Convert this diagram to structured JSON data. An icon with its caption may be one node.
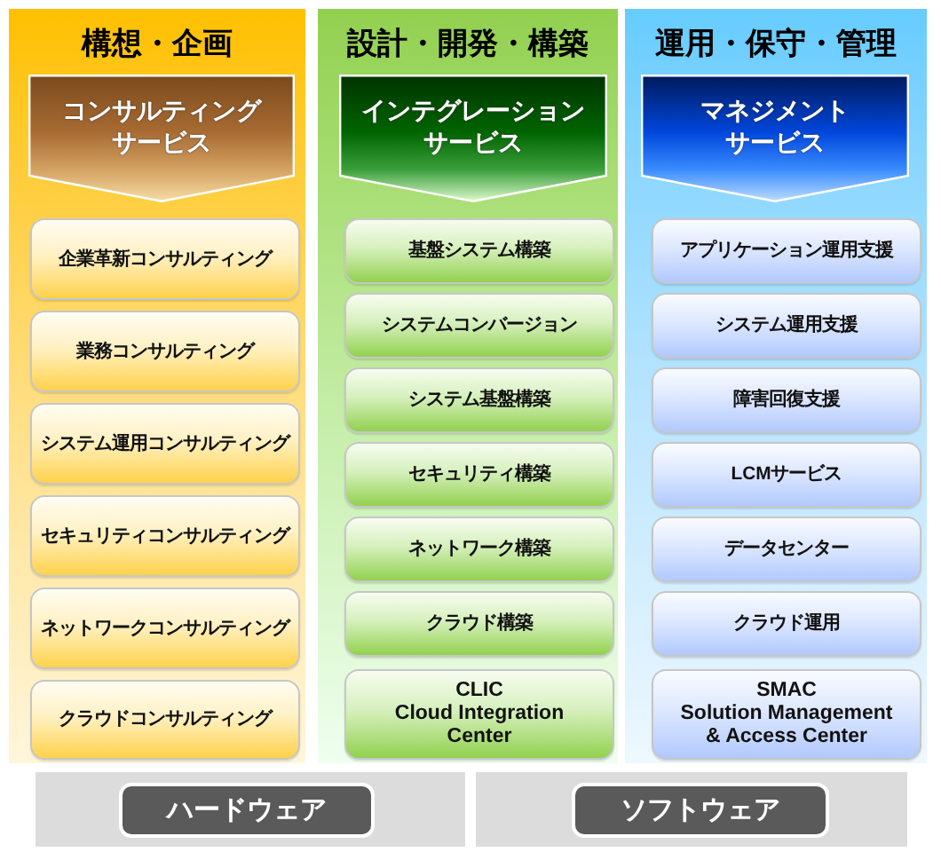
{
  "diagram": {
    "nodes": [
      {
        "text": [
          "構想・企画"
        ]
      },
      {
        "text": [
          "コンサルティングサービス"
        ],
        "in": 0
      },
      {
        "text": [
          "企業革新コンサルティング"
        ],
        "in": 0
      },
      {
        "text": [
          "業務コンサルティング"
        ],
        "in": 0
      },
      {
        "text": [
          "システム運用コンサルティング"
        ],
        "in": 0
      },
      {
        "text": [
          "セキュリティコンサルティング"
        ],
        "in": 0
      },
      {
        "text": [
          "ネットワークコンサルティング"
        ],
        "in": 0
      },
      {
        "text": [
          "クラウドコンサルティング"
        ],
        "in": 0
      },
      {
        "text": [
          "設計・開発・構築"
        ]
      },
      {
        "text": [
          "インテグレーションサービス"
        ],
        "in": 8
      },
      {
        "text": [
          "基盤システム構築"
        ],
        "in": 8
      },
      {
        "text": [
          "システムコンバージョン"
        ],
        "in": 8
      },
      {
        "text": [
          "システム基盤構築"
        ],
        "in": 8
      },
      {
        "text": [
          "セキュリティ構築"
        ],
        "in": 8
      },
      {
        "text": [
          "ネットワーク構築"
        ],
        "in": 8
      },
      {
        "text": [
          "クラウド構築"
        ],
        "in": 8
      },
      {
        "text": [
          "CLIC",
          "Cloud Integration Center"
        ],
        "in": 8
      },
      {
        "text": [
          "運用・保守・管理"
        ]
      },
      {
        "text": [
          "マネジメントサービス"
        ],
        "in": 17
      },
      {
        "text": [
          "アプリケーション運用支援"
        ],
        "in": 17
      },
      {
        "text": [
          "システム運用支援"
        ],
        "in": 17
      },
      {
        "text": [
          "障害回復支援"
        ],
        "in": 17
      },
      {
        "text": [
          "LCMサービス"
        ],
        "in": 17
      },
      {
        "text": [
          "データセンター"
        ],
        "in": 17
      },
      {
        "text": [
          "クラウド運用"
        ],
        "in": 17
      },
      {
        "text": [
          "SMAC",
          "Solution Management & Access Center"
        ],
        "in": 17
      },
      {
        "text": [
          "ハードウェア"
        ]
      },
      {
        "text": [
          "ソフトウェア"
        ]
      }
    ]
  }
}
